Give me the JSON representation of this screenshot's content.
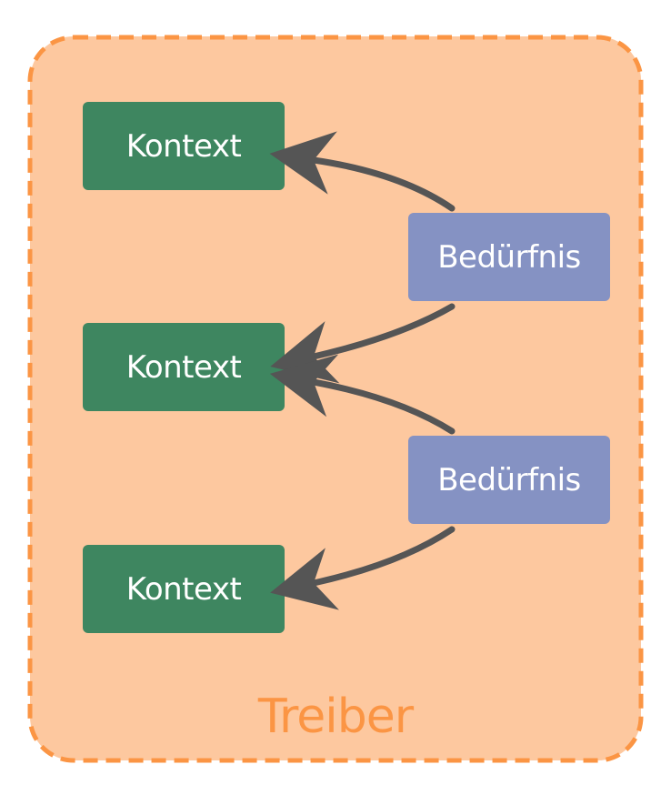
{
  "colors": {
    "container_fill": "#fdc89f",
    "container_border": "#fb9544",
    "container_label": "#fb9544",
    "kontext_fill": "#3e8660",
    "beduerfnis_fill": "#8592c3",
    "arrow": "#555555",
    "text": "#ffffff"
  },
  "container": {
    "label": "Treiber"
  },
  "contexts": [
    {
      "label": "Kontext"
    },
    {
      "label": "Kontext"
    },
    {
      "label": "Kontext"
    }
  ],
  "needs": [
    {
      "label": "Bedürfnis"
    },
    {
      "label": "Bedürfnis"
    }
  ],
  "edges": [
    {
      "from": "needs.0",
      "to": "contexts.0"
    },
    {
      "from": "needs.0",
      "to": "contexts.1"
    },
    {
      "from": "needs.1",
      "to": "contexts.1"
    },
    {
      "from": "needs.1",
      "to": "contexts.2"
    }
  ]
}
